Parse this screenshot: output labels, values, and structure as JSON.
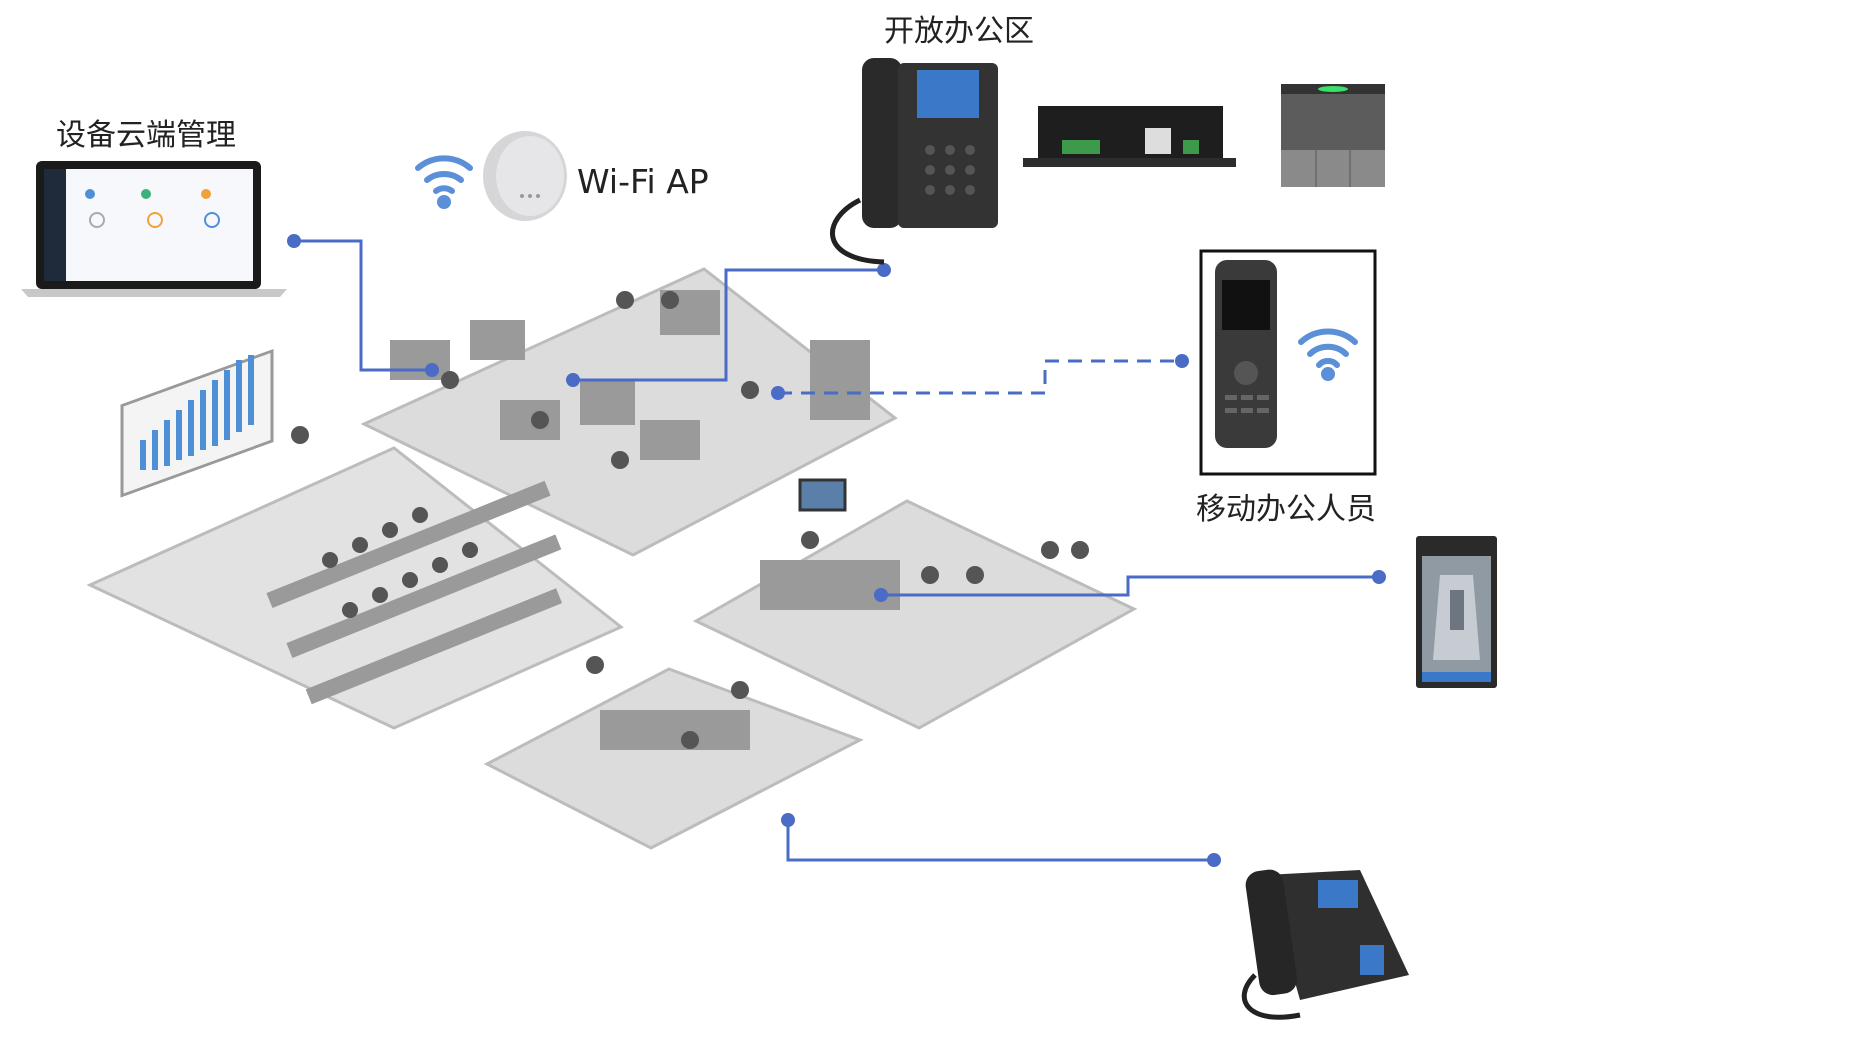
{
  "labels": {
    "open_office": "开放办公区",
    "cloud_management": "设备云端管理",
    "wifi_ap": "Wi-Fi AP",
    "mobile_staff": "移动办公人员"
  },
  "colors": {
    "connector": "#4a6bc6",
    "wifi": "#5b8fd8",
    "floor": "#d9d9d9",
    "floor_edge": "#b8b8b8",
    "device": "#2b2b2b"
  }
}
